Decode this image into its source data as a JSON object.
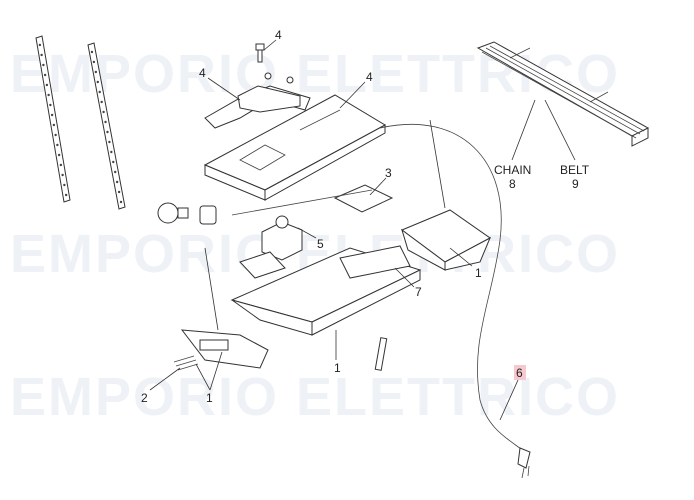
{
  "watermark": "EMPORIO ELETTRICO",
  "labels": {
    "top_screw": "4",
    "bracket": "4",
    "base_plate": "4",
    "board": "3",
    "motor": "5",
    "cover_box": "1",
    "transformer": "7",
    "housing": "1",
    "screws": "2",
    "lens": "1",
    "power_cable": "6",
    "chain_name": "CHAIN",
    "chain_num": "8",
    "belt_name": "BELT",
    "belt_num": "9"
  },
  "highlight": {
    "label": "6",
    "color": "#f6c9cf"
  }
}
